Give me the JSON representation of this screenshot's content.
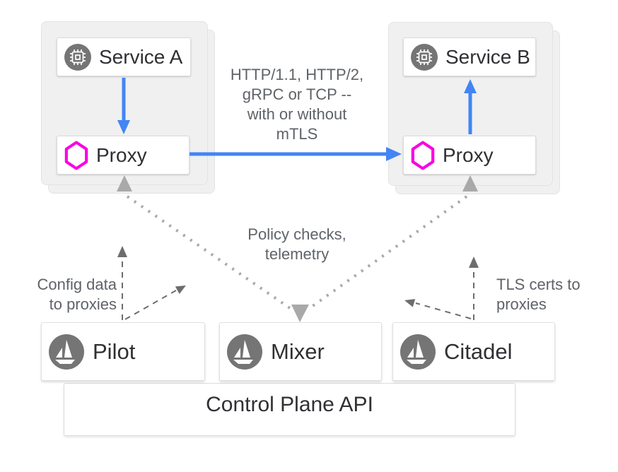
{
  "pods": {
    "left": {
      "service_label": "Service A",
      "proxy_label": "Proxy"
    },
    "right": {
      "service_label": "Service B",
      "proxy_label": "Proxy"
    }
  },
  "control_plane": {
    "pilot_label": "Pilot",
    "mixer_label": "Mixer",
    "citadel_label": "Citadel",
    "api_label": "Control Plane API"
  },
  "notes": {
    "traffic": [
      "HTTP/1.1, HTTP/2,",
      "gRPC or TCP --",
      "with or without",
      "mTLS"
    ],
    "policy": [
      "Policy checks,",
      "telemetry"
    ],
    "config": [
      "Config data",
      "to proxies"
    ],
    "tls": [
      "TLS certs to",
      "proxies"
    ]
  },
  "icons": {
    "service_icon": "cpu-chip-icon",
    "proxy_icon": "magenta-hexagon-icon",
    "control_icon": "istio-sail-icon"
  },
  "colors": {
    "traffic_arrow_blue": "#4285f4",
    "proxy_magenta": "#fa00e1",
    "icon_gray": "#757575",
    "pod_gray": "#f0f0f1",
    "note_gray": "#5f6368",
    "dotted_gray": "#a9a9a9",
    "dashed_gray": "#6d6d6d"
  }
}
